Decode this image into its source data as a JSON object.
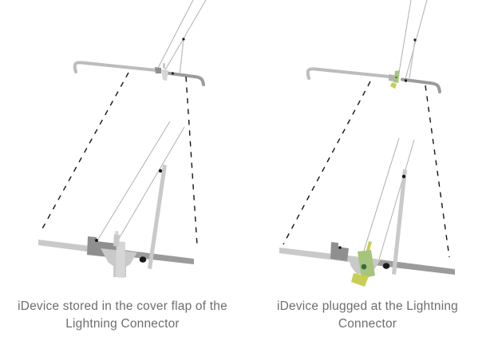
{
  "panels": [
    {
      "id": "stored",
      "caption": "iDevice stored in the cover flap of the Lightning Connector",
      "caption_lines": [
        "iDevice stored in the cover flap of the",
        "Lightning Connector"
      ]
    },
    {
      "id": "plugged",
      "caption": "iDevice plugged at the Lightning Connector",
      "caption_lines": [
        "iDevice plugged at the Lightning",
        "Connector"
      ]
    }
  ],
  "colors": {
    "device_green": "#a6c57c",
    "device_green_dark": "#3b6a41",
    "device_yellow_green": "#c6ce54",
    "metal_light": "#c9c9c9",
    "metal_lighter": "#d6d6d6",
    "metal_mid": "#bcbcbc",
    "metal_dark": "#9b9b9b",
    "bracket_gray": "#8f8f8f",
    "bracket_gray_light": "#b3b3b3",
    "hairline_gray": "#b0b0b0",
    "strut_gray": "#c4c4c4",
    "dot_black": "#1a1a1a",
    "dash_black": "#141414",
    "caption_text": "#6e6e6e",
    "background": "#ffffff"
  }
}
